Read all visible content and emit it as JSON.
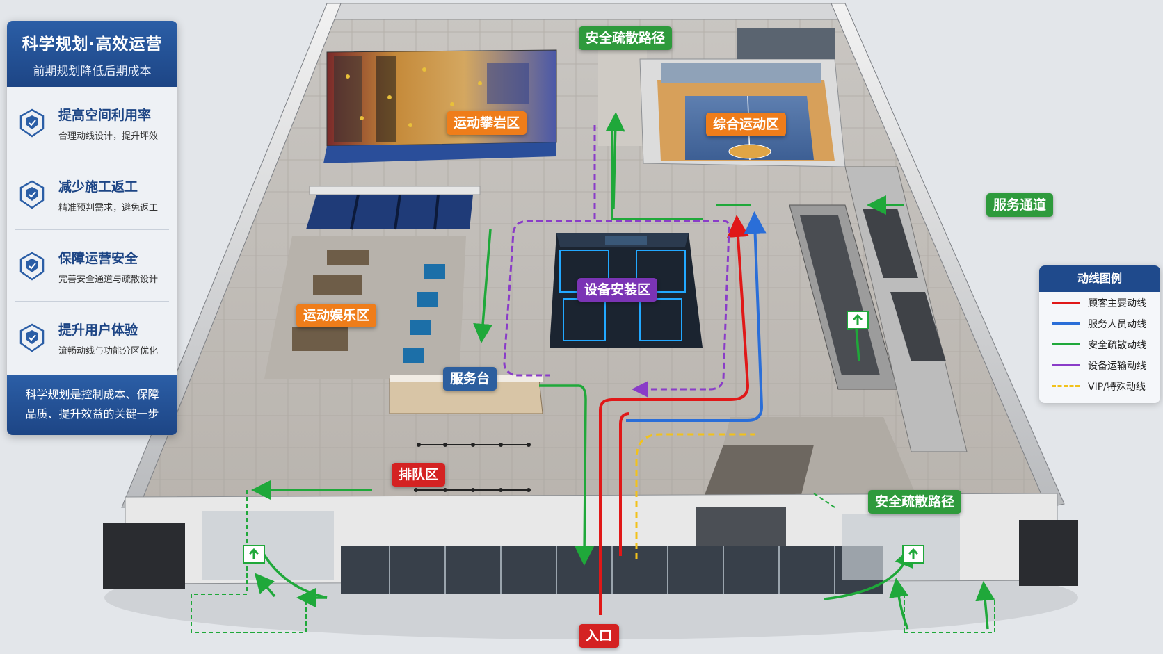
{
  "panel": {
    "title": "科学规划·高效运营",
    "subtitle": "前期规划降低后期成本",
    "features": [
      {
        "title": "提高空间利用率",
        "desc": "合理动线设计，提升坪效"
      },
      {
        "title": "减少施工返工",
        "desc": "精准预判需求，避免返工"
      },
      {
        "title": "保障运营安全",
        "desc": "完善安全通道与疏散设计"
      },
      {
        "title": "提升用户体验",
        "desc": "流畅动线与功能分区优化"
      }
    ],
    "footer_line1": "科学规划是控制成本、保障",
    "footer_line2": "品质、提升效益的关键一步"
  },
  "legend": {
    "title": "动线图例",
    "items": [
      {
        "label": "顾客主要动线",
        "color": "#e01818",
        "style": "solid"
      },
      {
        "label": "服务人员动线",
        "color": "#2a6ed8",
        "style": "solid"
      },
      {
        "label": "安全疏散动线",
        "color": "#1fa83a",
        "style": "solid"
      },
      {
        "label": "设备运输动线",
        "color": "#8a3cc8",
        "style": "solid"
      },
      {
        "label": "VIP/特殊动线",
        "color": "#f2c21b",
        "style": "dashed"
      }
    ]
  },
  "zones": {
    "climbing": "运动攀岩区",
    "sports": "综合运动区",
    "equipment": "设备安装区",
    "entertainment": "运动娱乐区",
    "service_desk": "服务台",
    "queue": "排队区",
    "evacuation_top": "安全疏散路径",
    "evacuation_bottom": "安全疏散路径",
    "service_passage": "服务通道",
    "entrance": "入口"
  },
  "colors": {
    "panel_blue": "#1d4585",
    "orange": "#ef7d1a",
    "green": "#2e9a3c",
    "purple": "#7b34b5",
    "red": "#d42222",
    "blue_label": "#2c5e9e"
  },
  "icons": [
    "shield-icon"
  ]
}
